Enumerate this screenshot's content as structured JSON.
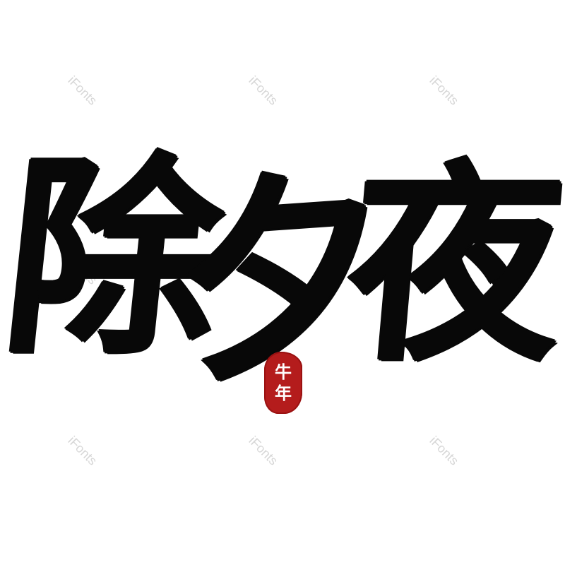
{
  "watermark": {
    "text": "iFonts"
  },
  "calligraphy": {
    "chars": [
      "除",
      "夕",
      "夜"
    ],
    "ink_color": "#080808"
  },
  "seal": {
    "text": "牛年",
    "color": "#b41c1c"
  }
}
